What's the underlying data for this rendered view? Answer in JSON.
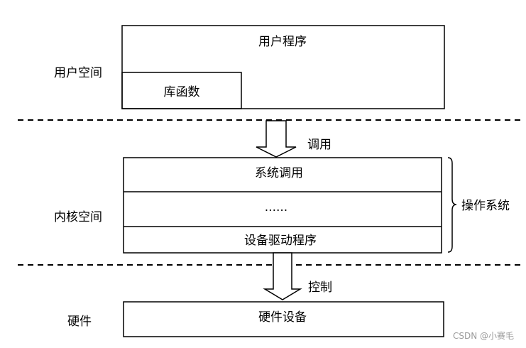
{
  "diagram": {
    "zones": {
      "user_space": "用户空间",
      "kernel_space": "内核空间",
      "hardware": "硬件"
    },
    "boxes": {
      "user_program": "用户程序",
      "library_functions": "库函数",
      "system_call": "系统调用",
      "ellipsis": "......",
      "device_driver": "设备驱动程序",
      "hardware_device": "硬件设备"
    },
    "arrows": {
      "call": "调用",
      "control": "控制"
    },
    "brace_label": "操作系统"
  },
  "watermark": "CSDN @小赛毛"
}
